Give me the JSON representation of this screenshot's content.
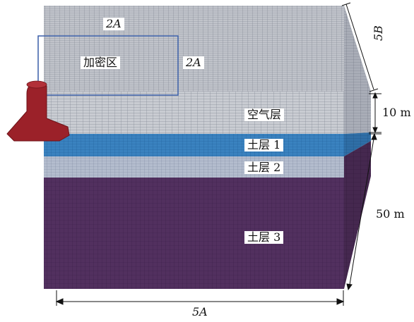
{
  "labels": {
    "top_width": "2A",
    "dense_zone": "加密区",
    "dense_side": "2A",
    "depth": "5B",
    "air_thickness": "10 m",
    "air_layer": "空气层",
    "soil_layer_1": "土层 1",
    "soil_layer_2": "土层 2",
    "soil_layer_3": "土层 3",
    "soil_thickness": "50 m",
    "bottom_width": "5A"
  },
  "colors": {
    "air_mesh": "#b9bcc4",
    "soil1_mesh": "#2f77b4",
    "soil2_mesh": "#aab3c6",
    "soil3_mesh": "#4e2b5e",
    "pile": "#9b2129",
    "dense_zone_outline": "#3a5fa8"
  }
}
